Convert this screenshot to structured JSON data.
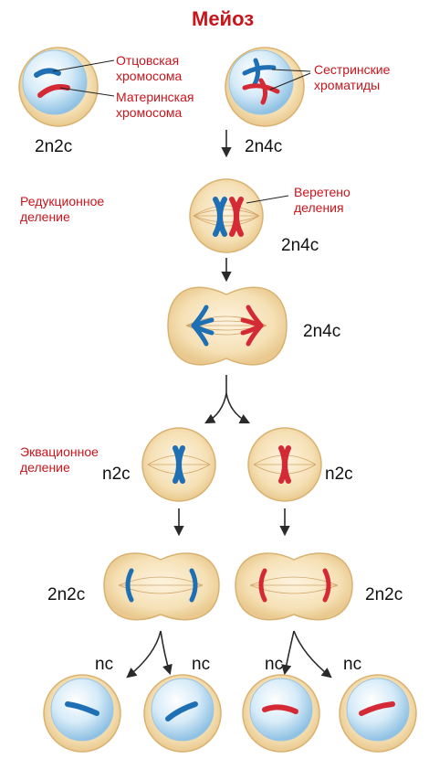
{
  "title": "Мейоз",
  "labels": {
    "paternal_chromosome": [
      "Отцовская",
      "хромосома"
    ],
    "maternal_chromosome": [
      "Материнская",
      "хромосома"
    ],
    "sister_chromatids": [
      "Сестринские",
      "хроматиды"
    ],
    "reduction_division": [
      "Редукционное",
      "деление"
    ],
    "spindle": [
      "Веретено",
      "деления"
    ],
    "equational_division": [
      "Эквационное",
      "деление"
    ]
  },
  "formulas": {
    "start": "2n2c",
    "after_replication": "2n4c",
    "metaphase_1": "2n4c",
    "anaphase_1": "2n4c",
    "metaphase_2_left": "n2c",
    "metaphase_2_right": "n2c",
    "anaphase_2_left": "2n2c",
    "anaphase_2_right": "2n2c",
    "gamete_1": "nc",
    "gamete_2": "nc",
    "gamete_3": "nc",
    "gamete_4": "nc"
  },
  "colors": {
    "paternal": "#1f6fb5",
    "maternal": "#d42a35",
    "label_red": "#c8151b",
    "cell_outer": "#f6e0b3",
    "nucleus": "#cfe7f7"
  }
}
